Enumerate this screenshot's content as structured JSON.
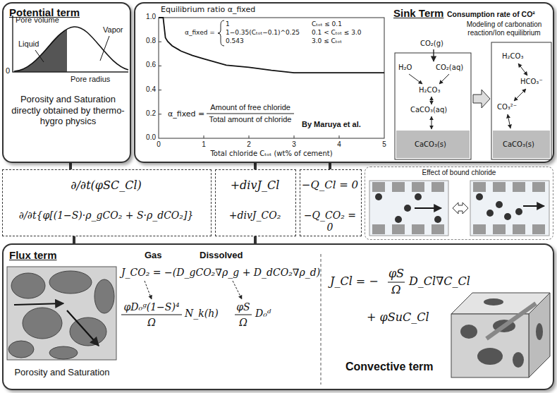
{
  "diagram": {
    "nodes": [
      {
        "text": [
          "Potential term",
          "Porosity and Saturation directly obtained by thermo-hygro physics"
        ]
      },
      {
        "text": [
          "Sink Term",
          "Consumption rate of CO²",
          "Modeling of carbonation reaction/Ion equilibrium"
        ]
      },
      {
        "text": [
          "∂/∂t(φSC_Cl)",
          "∂/∂t{φ[(1−S)·ρ_gCO₂ + S·ρ_dCO₂]}"
        ]
      },
      {
        "text": [
          "+divJ_Cl",
          "+divJ_CO₂"
        ]
      },
      {
        "text": [
          "−Q_Cl = 0",
          "−Q_CO₂ = 0"
        ]
      },
      {
        "text": [
          "Effect of bound chloride"
        ]
      },
      {
        "text": [
          "Flux term"
        ]
      }
    ],
    "edges": [
      {
        "from": 0,
        "to": 2,
        "arrow": "none"
      },
      {
        "from": 1,
        "to": 3,
        "arrow": "none"
      },
      {
        "from": 1,
        "to": 4,
        "arrow": "none"
      },
      {
        "from": 2,
        "to": 6,
        "arrow": "none"
      },
      {
        "from": 3,
        "to": 6,
        "arrow": "none"
      }
    ],
    "labels": [
      "Pore volume",
      "Liquid",
      "Vapor",
      "0",
      "Pore radius",
      "Equilibrium ratio α_fixed",
      "1.0",
      "0.8",
      "0.6",
      "0.4",
      "0.2",
      "0.0",
      "0",
      "1",
      "2",
      "3",
      "4",
      "5",
      "Total chloride Cₜₒₜ (wt% of cement)",
      "α_fixed =",
      "1",
      "1−0.35(Cₜₒₜ−0.1)^0.25",
      "0.543",
      "Cₜₒₜ ≤ 0.1",
      "0.1 < Cₜₒₜ ≤ 3.0",
      "3.0 ≤ Cₜₒₜ",
      "α_fixed =",
      "Amount of free chloride",
      "Total amount of chloride",
      "By Maruya et al.",
      "CO₂(g)",
      "H₂O",
      "CO₂(aq)",
      "H₂CO₃",
      "CaCO₃(aq)",
      "CaCO₃(s)",
      "H₂CO₃",
      "HCO₃⁻",
      "CO₃²⁻",
      "CaCO₃(s)",
      "Gas",
      "Dissolved",
      "J_CO₂ = −(D_gCO₂∇ρ_g + D_dCO₂∇ρ_d)",
      "φD₀ᵍ(1−S)⁴",
      "Ω",
      "N_k(h)",
      "φS",
      "Ω",
      "D₀ᵈ",
      "Porosity and Saturation",
      "J_Cl = −",
      "φS",
      "Ω",
      "D_Cl∇C_Cl",
      "+ φSuC_Cl",
      "Convective term"
    ]
  }
}
